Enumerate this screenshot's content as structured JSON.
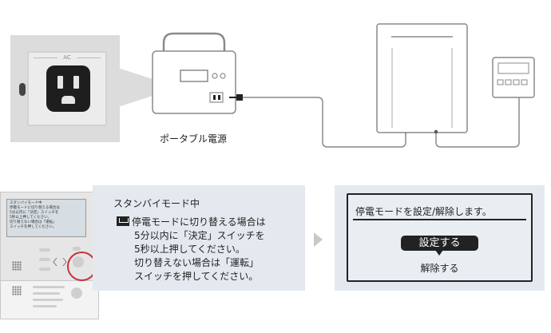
{
  "diagram": {
    "ac_label": "AC",
    "portable_power_caption": "ポータブル電源"
  },
  "remote": {
    "screen_title": "スタンバイモード中",
    "screen_lines": [
      "停電モードに切り替える場合は",
      "5分以内に「決定」スイッチを",
      "5秒以上押してください。",
      "切り替えない場合は「運転」",
      "スイッチを押してください。"
    ]
  },
  "zoom_panel": {
    "title": "スタンバイモード中",
    "lines": [
      "停電モードに切り替える場合は",
      "5分以内に「決定」スイッチを",
      "5秒以上押してください。",
      "切り替えない場合は「運転」",
      "スイッチを押してください。"
    ]
  },
  "result_panel": {
    "title": "停電モードを設定/解除します。",
    "selected_option": "設定する",
    "other_option": "解除する"
  },
  "colors": {
    "lcd_background": "#e4e9ef",
    "highlight": "#c8323c",
    "outline": "#8a8a8a"
  }
}
